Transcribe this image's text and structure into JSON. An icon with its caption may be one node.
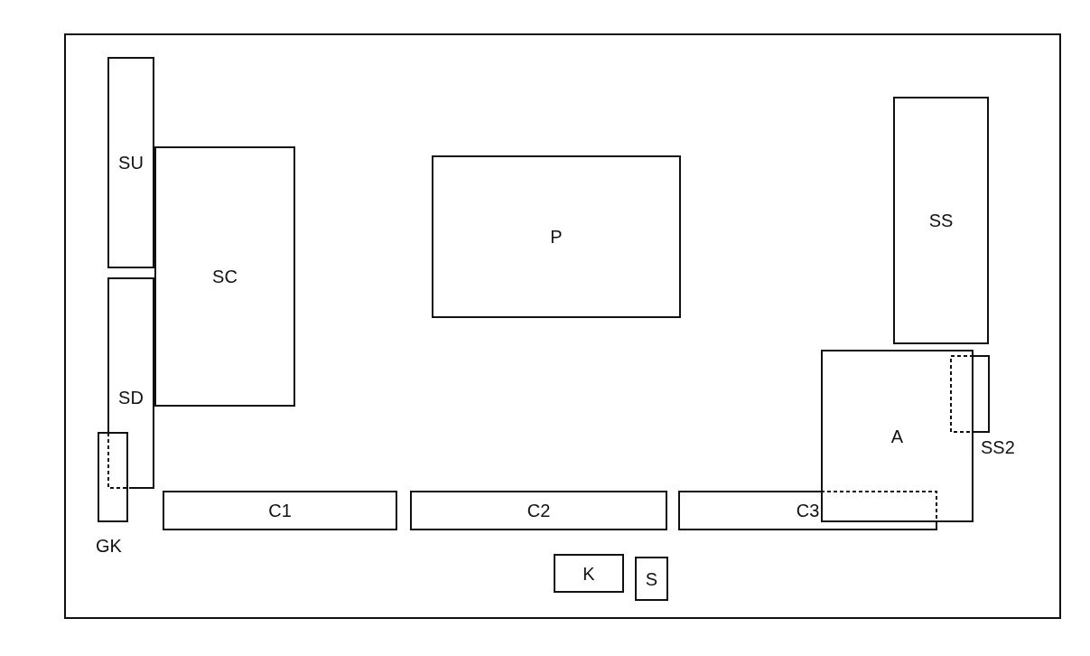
{
  "diagram": {
    "nodes": [
      {
        "text": [],
        "shape": "box"
      },
      {
        "text": [
          "SU"
        ],
        "in": 0
      },
      {
        "text": [
          "SC"
        ],
        "in": 0
      },
      {
        "text": [
          "P"
        ],
        "in": 0
      },
      {
        "text": [
          "SS"
        ],
        "in": 0
      },
      {
        "text": [
          "SD"
        ],
        "in": 0
      },
      {
        "text": [
          "A"
        ],
        "in": 0
      },
      {
        "text": [
          "SS2"
        ],
        "in": 0
      },
      {
        "text": [
          "GK"
        ],
        "in": 0
      },
      {
        "text": [
          "C1"
        ],
        "in": 0
      },
      {
        "text": [
          "C2"
        ],
        "in": 0
      },
      {
        "text": [
          "C3"
        ],
        "in": 0
      },
      {
        "text": [
          "K"
        ],
        "in": 0
      },
      {
        "text": [
          "S"
        ],
        "in": 0
      }
    ]
  }
}
